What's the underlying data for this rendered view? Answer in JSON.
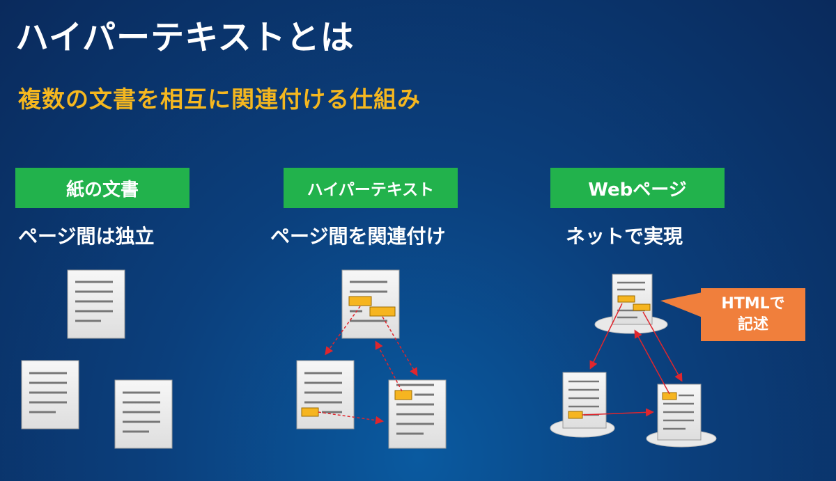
{
  "title": "ハイパーテキストとは",
  "subtitle": "複数の文書を相互に関連付ける仕組み",
  "columns": [
    {
      "label": "紙の文書",
      "desc": "ページ間は独立"
    },
    {
      "label": "ハイパーテキスト",
      "desc": "ページ間を関連付け"
    },
    {
      "label": "Webページ",
      "desc": "ネットで実現"
    }
  ],
  "callout": {
    "line1": "HTMLで",
    "line2": "記述"
  },
  "colors": {
    "label_bg": "#22b24c",
    "subtitle": "#f5b71f",
    "link_box": "#f6b520",
    "arrow": "#e0262d",
    "callout_bg": "#f07f3c"
  }
}
